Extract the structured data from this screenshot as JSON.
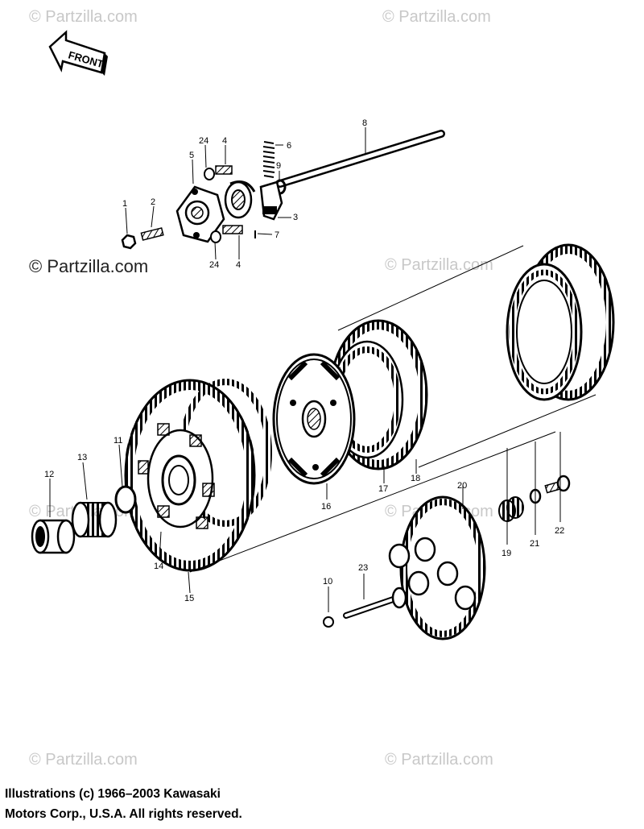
{
  "watermarks": {
    "light": "© Partzilla.com",
    "dark": "© Partzilla.com"
  },
  "front_label": "FRONT",
  "callouts": [
    "1",
    "2",
    "3",
    "4",
    "4",
    "5",
    "6",
    "7",
    "8",
    "9",
    "10",
    "11",
    "12",
    "13",
    "14",
    "15",
    "16",
    "17",
    "18",
    "19",
    "20",
    "21",
    "22",
    "23",
    "24",
    "24"
  ],
  "copyright": {
    "line1": "Illustrations (c) 1966–2003 Kawasaki",
    "line2": "Motors Corp., U.S.A.  All rights reserved."
  }
}
